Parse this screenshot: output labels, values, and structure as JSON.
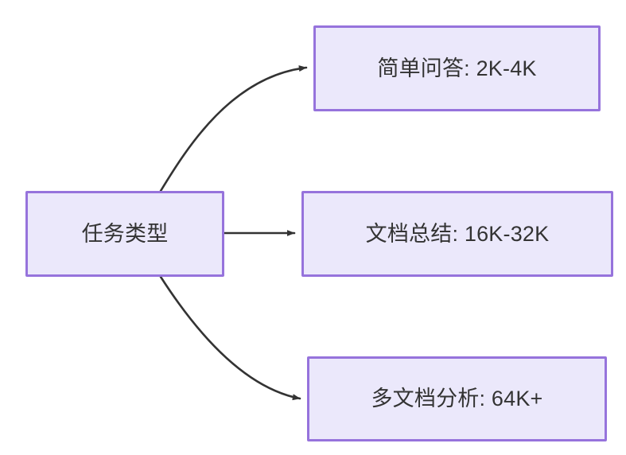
{
  "diagram": {
    "type": "flowchart",
    "direction": "left-to-right",
    "background_color": "#ffffff",
    "node_fill_color": "#ebe8fb",
    "node_border_color": "#9673dc",
    "node_text_color": "#333333",
    "edge_color": "#333333",
    "nodes": [
      {
        "id": "root",
        "label": "任务类型"
      },
      {
        "id": "simple",
        "label": "简单问答: 2K-4K"
      },
      {
        "id": "doc",
        "label": "文档总结: 16K-32K"
      },
      {
        "id": "multi",
        "label": "多文档分析: 64K+"
      }
    ],
    "edges": [
      {
        "from": "root",
        "to": "simple",
        "label": "",
        "style": "curved-arrow"
      },
      {
        "from": "root",
        "to": "doc",
        "label": "",
        "style": "straight-arrow"
      },
      {
        "from": "root",
        "to": "multi",
        "label": "",
        "style": "curved-arrow"
      }
    ]
  }
}
